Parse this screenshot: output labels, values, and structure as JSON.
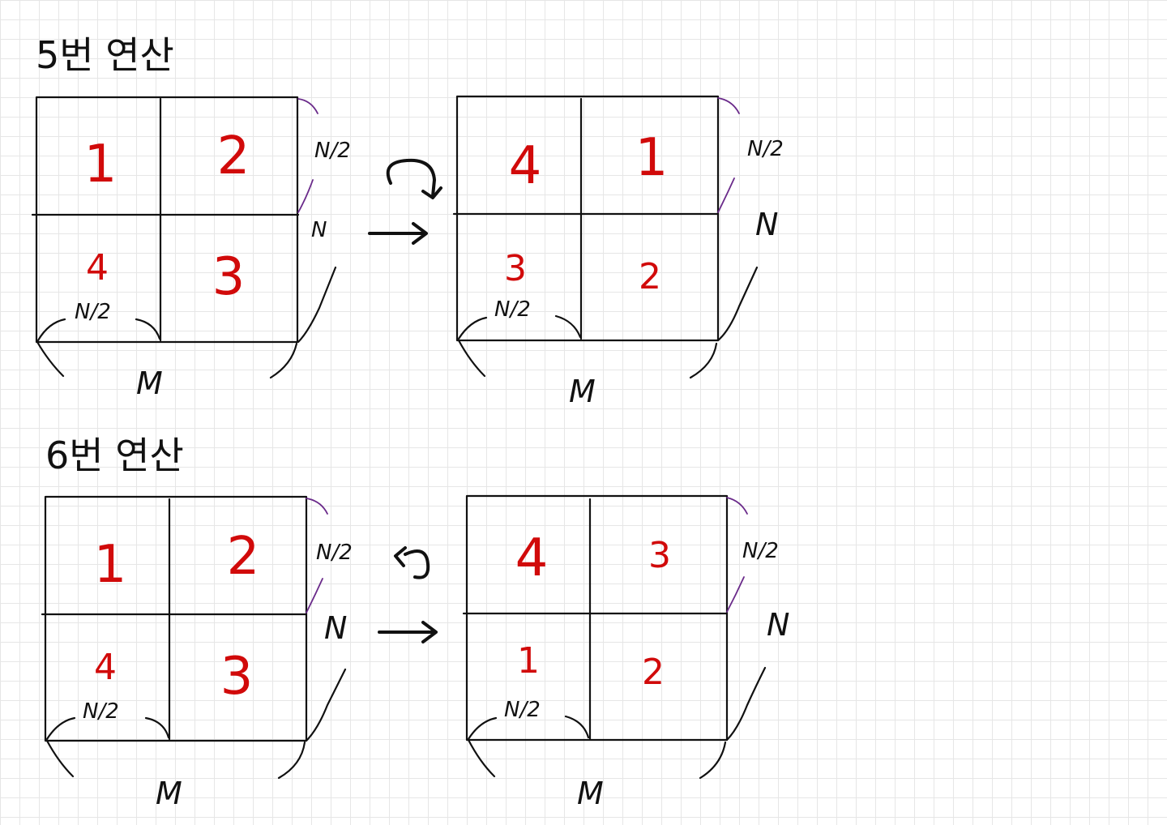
{
  "sections": [
    {
      "title": "5번 연산",
      "rotation": "clockwise",
      "before": {
        "quadrants": [
          "1",
          "2",
          "4",
          "3"
        ],
        "half_label": "N/2",
        "side_label": "N",
        "bottom_label": "M",
        "inner_label": "N/2"
      },
      "after": {
        "quadrants": [
          "4",
          "1",
          "3",
          "2"
        ],
        "half_label": "N/2",
        "side_label": "N",
        "bottom_label": "M",
        "inner_label": "N/2"
      }
    },
    {
      "title": "6번 연산",
      "rotation": "counter-clockwise",
      "before": {
        "quadrants": [
          "1",
          "2",
          "4",
          "3"
        ],
        "half_label": "N/2",
        "side_label": "N",
        "bottom_label": "M",
        "inner_label": "N/2"
      },
      "after": {
        "quadrants": [
          "4",
          "3",
          "1",
          "2"
        ],
        "half_label": "N/2",
        "side_label": "N",
        "bottom_label": "M",
        "inner_label": "N/2"
      }
    }
  ],
  "colors": {
    "ink": "#111111",
    "number": "#d10a0a",
    "brace_tip": "#6a2a8a",
    "grid": "#e6e6e6"
  }
}
